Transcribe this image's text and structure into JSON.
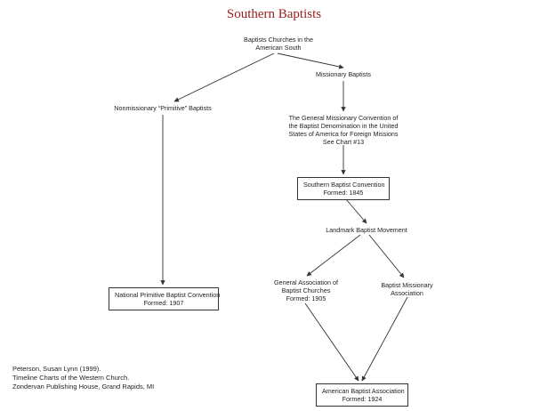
{
  "title": "Southern Baptists",
  "nodes": {
    "root": {
      "lines": [
        "Baptists Churches in the",
        "American South"
      ]
    },
    "missionary": {
      "lines": [
        "Missionary Baptists"
      ]
    },
    "nonmissionary": {
      "lines": [
        "Nonmissionary “Primitive” Baptists"
      ]
    },
    "general_convention": {
      "lines": [
        "The General Missionary Convention of",
        "the Baptist Denomination in the United",
        "States of America for Foreign Missions",
        "See Chart #13"
      ]
    },
    "sbc": {
      "lines": [
        "Southern Baptist Convention",
        "Formed: 1845"
      ]
    },
    "landmark": {
      "lines": [
        "Landmark Baptist Movement"
      ]
    },
    "general_association": {
      "lines": [
        "General Association of",
        "Baptist Churches",
        "Formed: 1905"
      ]
    },
    "missionary_association": {
      "lines": [
        "Baptist Missionary",
        "Association"
      ]
    },
    "primitive_convention": {
      "lines": [
        "National Primitive Baptist Convention",
        "Formed: 1907"
      ]
    },
    "american_association": {
      "lines": [
        "American Baptist Association",
        "Formed: 1924"
      ]
    }
  },
  "citation": {
    "lines": [
      "Peterson, Susan Lynn (1999).",
      "Timeline Charts of the Western Church.",
      "Zondervan Publishing House, Grand Rapids, MI"
    ]
  }
}
